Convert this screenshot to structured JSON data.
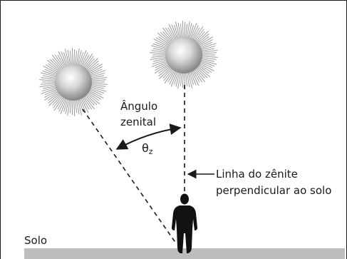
{
  "labels": {
    "angle_line1": "Ângulo",
    "angle_line2": "zenital",
    "theta_symbol": "θ",
    "theta_subscript": "z",
    "zenith_line1": "Linha do zênite",
    "zenith_line2": "perpendicular ao solo",
    "ground": "Solo"
  },
  "colors": {
    "ground": "#bdbdbd",
    "lines": "#1a1a1a",
    "sun_core": "#8a8a8a",
    "sun_rays": "#9a9a9a"
  }
}
